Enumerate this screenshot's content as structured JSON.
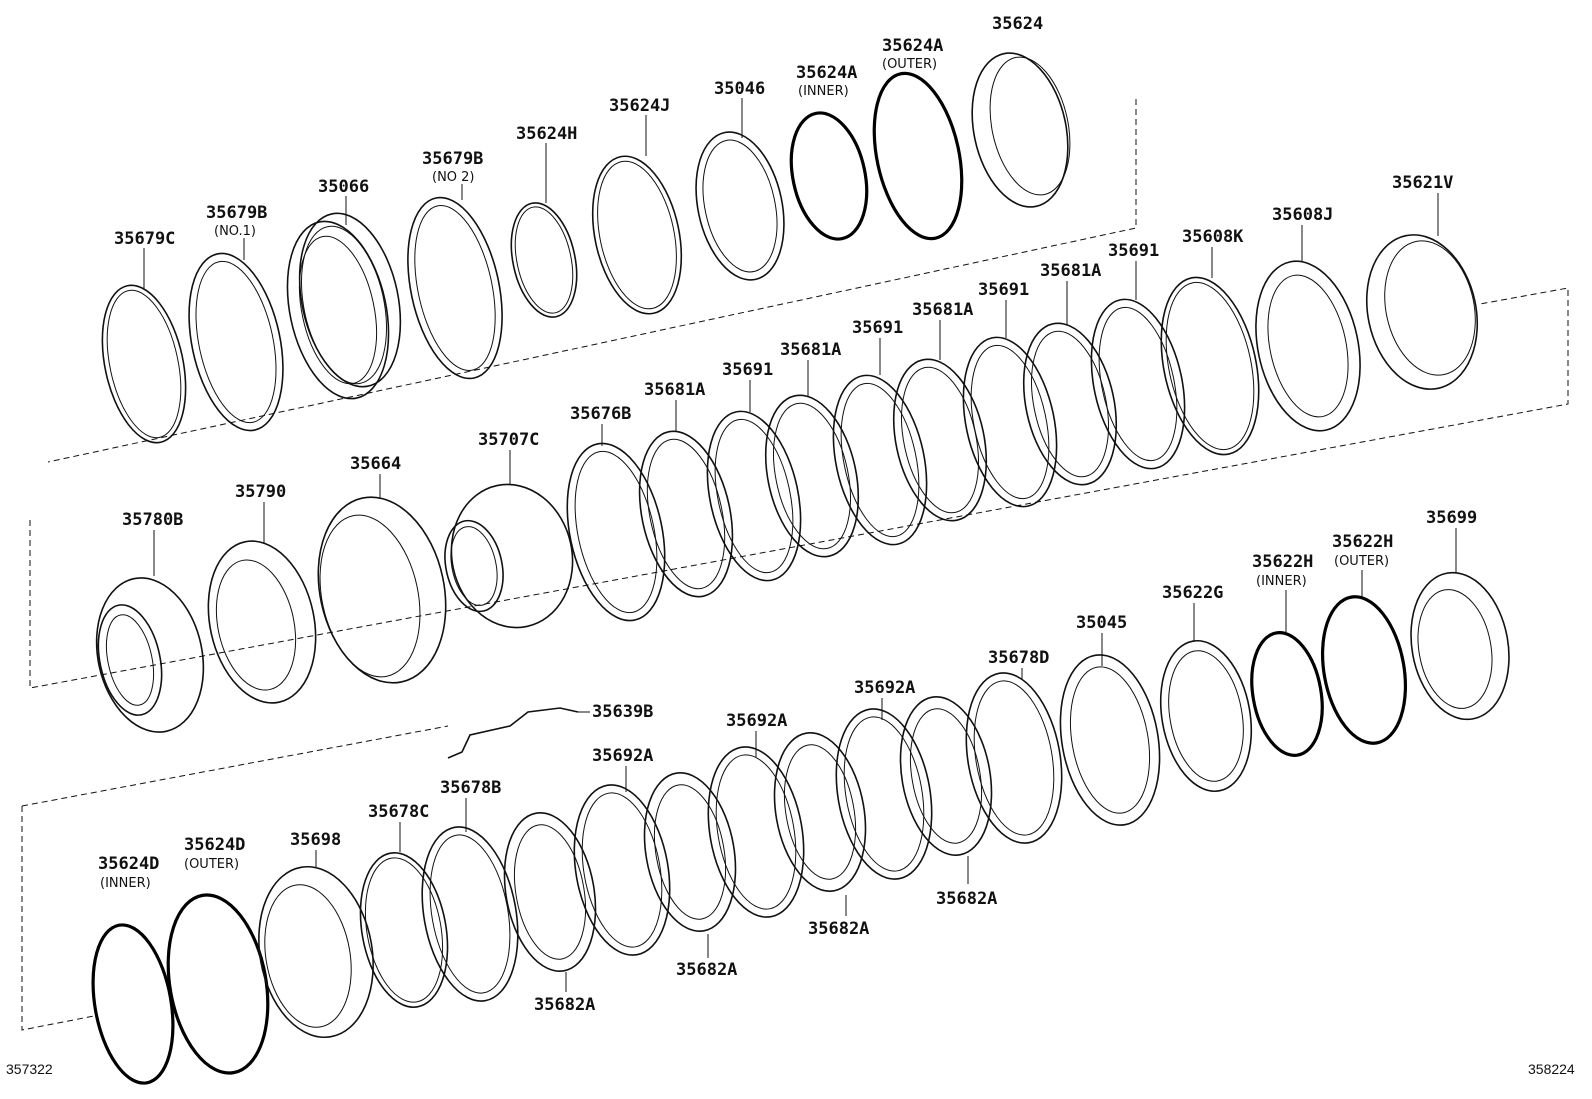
{
  "figure_refs": {
    "left": "357322",
    "right": "358224"
  },
  "parts": {
    "p35679C": "35679C",
    "p35679B_1": "35679B",
    "p35679B_1_note": "(NO.1)",
    "p35066": "35066",
    "p35679B_2": "35679B",
    "p35679B_2_note": "(NO 2)",
    "p35624H": "35624H",
    "p35624J": "35624J",
    "p35046": "35046",
    "p35624A_in": "35624A",
    "p35624A_in_note": "(INNER)",
    "p35624A_out": "35624A",
    "p35624A_out_note": "(OUTER)",
    "p35624": "35624",
    "p35621V": "35621V",
    "p35608J": "35608J",
    "p35608K": "35608K",
    "p35691_a": "35691",
    "p35681A_a": "35681A",
    "p35691_b": "35691",
    "p35681A_b": "35681A",
    "p35691_c": "35691",
    "p35681A_c": "35681A",
    "p35691_d": "35691",
    "p35681A_d": "35681A",
    "p35676B": "35676B",
    "p35707C": "35707C",
    "p35664": "35664",
    "p35790": "35790",
    "p35780B": "35780B",
    "p35699": "35699",
    "p35622H_out": "35622H",
    "p35622H_out_note": "(OUTER)",
    "p35622H_in": "35622H",
    "p35622H_in_note": "(INNER)",
    "p35622G": "35622G",
    "p35045": "35045",
    "p35678D": "35678D",
    "p35692A_a": "35692A",
    "p35692A_b": "35692A",
    "p35692A_c": "35692A",
    "p35639B": "35639B",
    "p35678B": "35678B",
    "p35678C": "35678C",
    "p35698": "35698",
    "p35624D_out": "35624D",
    "p35624D_out_note": "(OUTER)",
    "p35624D_in": "35624D",
    "p35624D_in_note": "(INNER)",
    "p35682A_a": "35682A",
    "p35682A_b": "35682A",
    "p35682A_c": "35682A",
    "p35682A_d": "35682A"
  }
}
